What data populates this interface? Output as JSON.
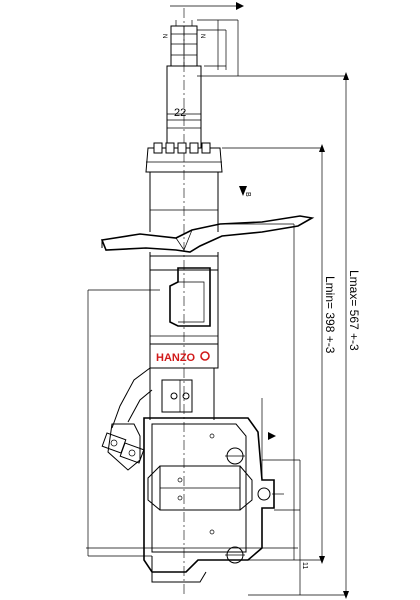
{
  "labels": {
    "thread_size": "22",
    "lmax": "Lmax= 567 +-3",
    "lmin": "Lmin= 398 +-3",
    "brand": "HANZO",
    "view_marker": "B",
    "small_dim": "11"
  },
  "colors": {
    "line": "#000000",
    "brand": "#d11a1a",
    "background": "#ffffff"
  }
}
